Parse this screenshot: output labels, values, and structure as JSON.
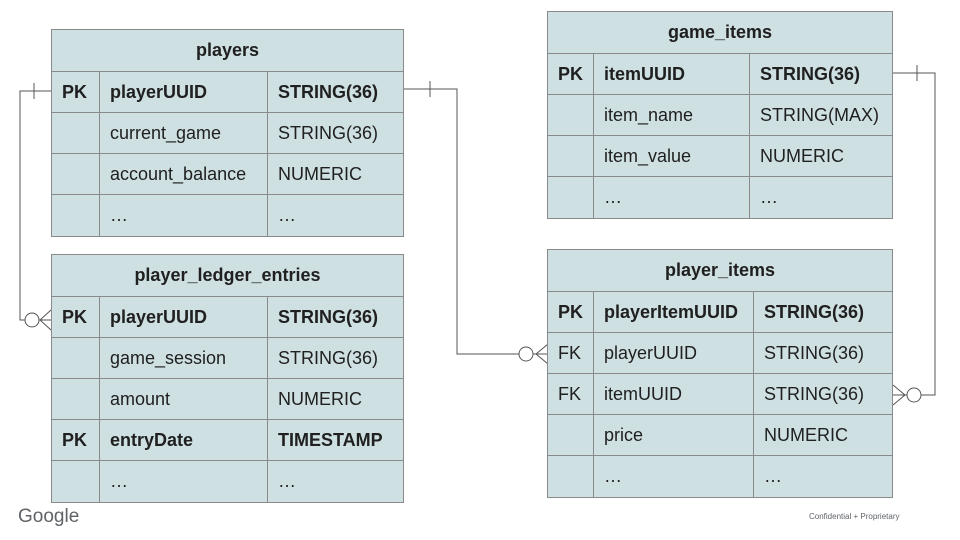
{
  "entities": {
    "players": {
      "title": "players",
      "rows": [
        {
          "key": "PK",
          "name": "playerUUID",
          "type": "STRING(36)",
          "bold": true
        },
        {
          "key": "",
          "name": "current_game",
          "type": "STRING(36)",
          "bold": false
        },
        {
          "key": "",
          "name": "account_balance",
          "type": "NUMERIC",
          "bold": false
        },
        {
          "key": "",
          "name": "…",
          "type": "…",
          "bold": false
        }
      ]
    },
    "player_ledger_entries": {
      "title": "player_ledger_entries",
      "rows": [
        {
          "key": "PK",
          "name": "playerUUID",
          "type": "STRING(36)",
          "bold": true
        },
        {
          "key": "",
          "name": "game_session",
          "type": "STRING(36)",
          "bold": false
        },
        {
          "key": "",
          "name": "amount",
          "type": "NUMERIC",
          "bold": false
        },
        {
          "key": "PK",
          "name": "entryDate",
          "type": "TIMESTAMP",
          "bold": true
        },
        {
          "key": "",
          "name": "…",
          "type": "…",
          "bold": false
        }
      ]
    },
    "game_items": {
      "title": "game_items",
      "rows": [
        {
          "key": "PK",
          "name": "itemUUID",
          "type": "STRING(36)",
          "bold": true
        },
        {
          "key": "",
          "name": "item_name",
          "type": "STRING(MAX)",
          "bold": false
        },
        {
          "key": "",
          "name": "item_value",
          "type": "NUMERIC",
          "bold": false
        },
        {
          "key": "",
          "name": "…",
          "type": "…",
          "bold": false
        }
      ]
    },
    "player_items": {
      "title": "player_items",
      "rows": [
        {
          "key": "PK",
          "name": "playerItemUUID",
          "type": "STRING(36)",
          "bold": true
        },
        {
          "key": "FK",
          "name": "playerUUID",
          "type": "STRING(36)",
          "bold": false
        },
        {
          "key": "FK",
          "name": "itemUUID",
          "type": "STRING(36)",
          "bold": false
        },
        {
          "key": "",
          "name": "price",
          "type": "NUMERIC",
          "bold": false
        },
        {
          "key": "",
          "name": "…",
          "type": "…",
          "bold": false
        }
      ]
    }
  },
  "relationships": [
    {
      "from": "players.playerUUID",
      "to": "player_ledger_entries.playerUUID",
      "cardinality": "one-to-zero-or-many"
    },
    {
      "from": "players.playerUUID",
      "to": "player_items.playerUUID",
      "cardinality": "one-to-zero-or-many"
    },
    {
      "from": "game_items.itemUUID",
      "to": "player_items.itemUUID",
      "cardinality": "one-to-zero-or-many"
    }
  ],
  "footer": {
    "logo": "Google",
    "note": "Confidential + Proprietary"
  },
  "colors": {
    "table_fill": "#cfe0e3",
    "border": "#8a8a8a",
    "connector": "#555555"
  }
}
